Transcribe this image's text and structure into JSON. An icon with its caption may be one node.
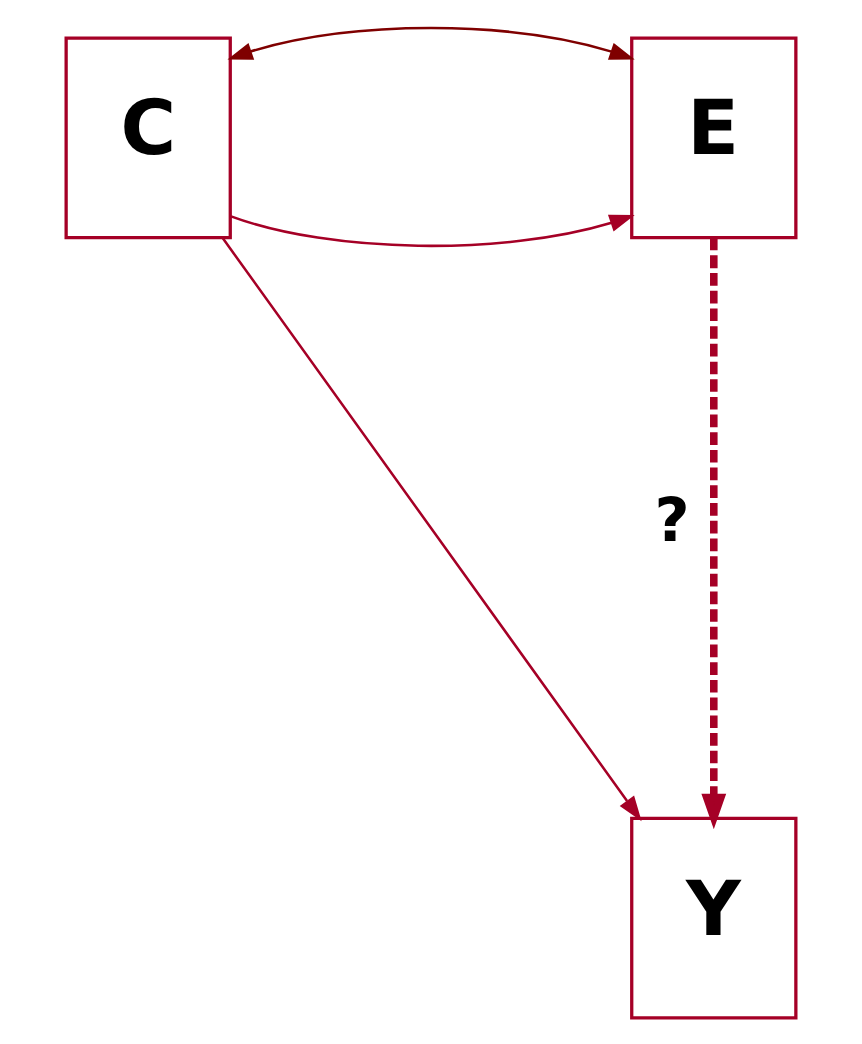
{
  "diagram": {
    "nodes": [
      {
        "text": [
          "C"
        ]
      },
      {
        "text": [
          "E"
        ]
      },
      {
        "text": [
          "Y"
        ]
      }
    ],
    "edges": [
      {
        "from": 0,
        "to": 1,
        "arrow": "to"
      },
      {
        "from": 1,
        "to": 0,
        "arrow": "both",
        "color": "#7f0000"
      },
      {
        "from": 0,
        "to": 2,
        "arrow": "to"
      },
      {
        "from": 1,
        "to": 2,
        "arrow": "to",
        "style": "dashed",
        "label": "?"
      }
    ]
  }
}
